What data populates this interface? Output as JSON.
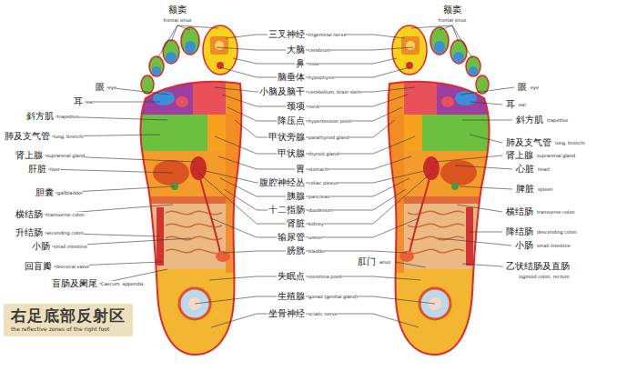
{
  "diagram": {
    "nodes": [
      {
        "text": [
          "右足底部反射区",
          "the reflective zones of the right foot"
        ]
      }
    ],
    "labels": [
      "额窦",
      "frontal sinus",
      "额窦",
      "frontal sinus",
      "三叉神经",
      "trigeminal nerve",
      "大脑",
      "cerebrum",
      "鼻",
      "nose",
      "脑垂体",
      "hypophysis",
      "小脑及脑干",
      "cerebellum, brain stem",
      "颈项",
      "neck",
      "降压点",
      "hypertension point",
      "甲状旁腺",
      "parathyroid gland",
      "甲状腺",
      "thyroid gland",
      "胃",
      "stomach",
      "腹腔神经丛",
      "celiac plexus",
      "胰腺",
      "pancreas",
      "十二指肠",
      "duodenum",
      "肾脏",
      "kidney",
      "输尿管",
      "ureter",
      "膀胱",
      "bladder",
      "失眠点",
      "insomnia point",
      "生殖腺",
      "gonad (genital gland)",
      "坐骨神经",
      "sciatic nerve",
      "眼",
      "eye",
      "耳",
      "ear",
      "斜方肌",
      "trapezius",
      "肺及支气管",
      "lung, bronchi",
      "肾上腺",
      "suprarenal gland",
      "肝脏",
      "liver",
      "胆囊",
      "gallbladder",
      "横结肠",
      "transverse colon",
      "升结肠",
      "ascending colon",
      "小肠",
      "small intestine",
      "回盲瓣",
      "ileocecal valve",
      "盲肠及阑尾",
      "Caecum, appendix",
      "眼",
      "eye",
      "耳",
      "ear",
      "斜方肌",
      "trapezius",
      "肺及支气管",
      "lung, bronchi",
      "肾上腺",
      "suprarenal gland",
      "心脏",
      "heart",
      "脾脏",
      "spleen",
      "横结肠",
      "transverse colon",
      "降结肠",
      "descending colon",
      "小肠",
      "small intestine",
      "乙状结肠及直肠",
      "sigmoid colon, rectum",
      "肛门",
      "anus"
    ]
  }
}
